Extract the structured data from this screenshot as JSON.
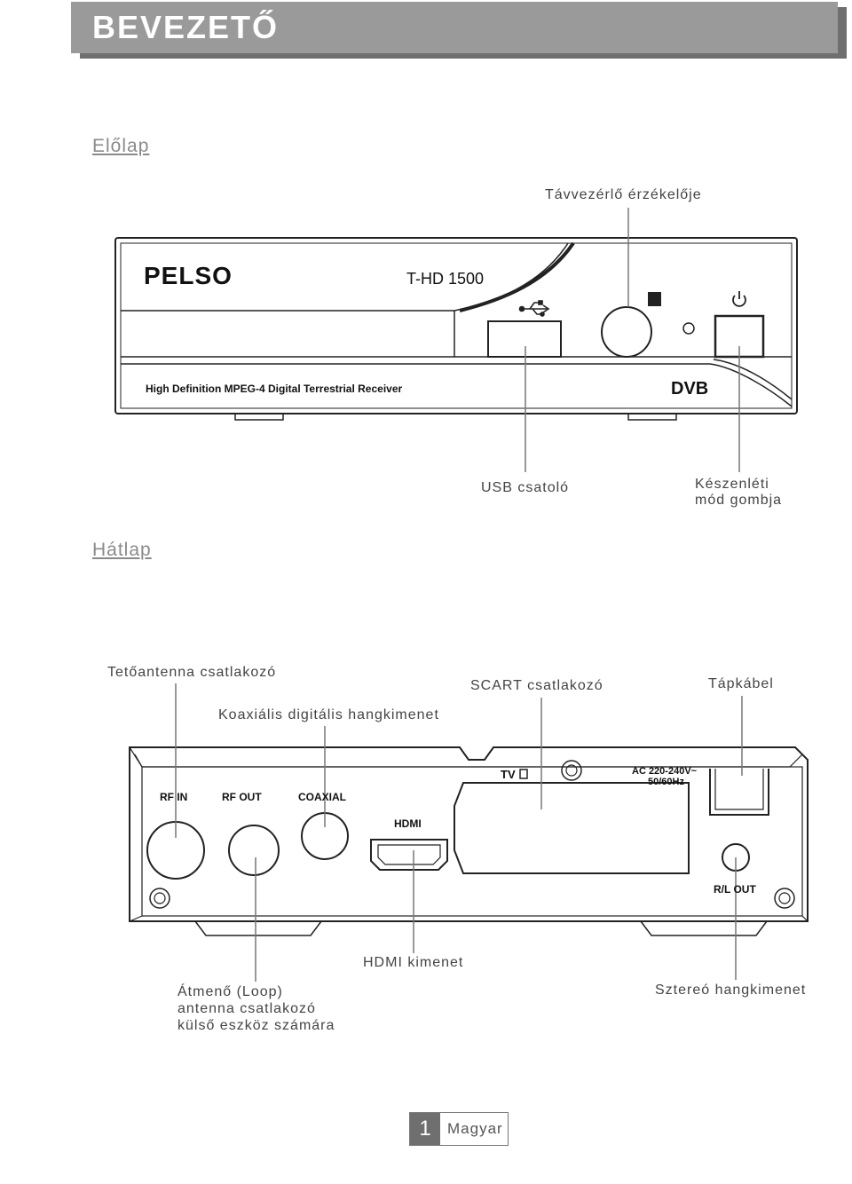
{
  "header": {
    "title": "BEVEZETŐ"
  },
  "front": {
    "heading": "Előlap",
    "brand": "PELSO",
    "model": "T-HD 1500",
    "subtitle": "High Definition MPEG-4 Digital Terrestrial Receiver",
    "dvb_logo": "DVB",
    "labels": {
      "remote_sensor": "Távvezérlő érzékelője",
      "usb": "USB csatoló",
      "standby_line1": "Készenléti",
      "standby_line2": "mód gombja"
    }
  },
  "back": {
    "heading": "Hátlap",
    "panel": {
      "rf_in": "RF IN",
      "rf_out": "RF OUT",
      "coaxial": "COAXIAL",
      "hdmi": "HDMI",
      "tv": "TV",
      "ac_line1": "AC 220-240V~",
      "ac_line2": "50/60Hz",
      "rl_out": "R/L OUT"
    },
    "labels": {
      "antenna_in": "Tetőantenna csatlakozó",
      "coaxial_out": "Koaxiális digitális hangkimenet",
      "scart": "SCART csatlakozó",
      "power_cable": "Tápkábel",
      "hdmi_out": "HDMI kimenet",
      "loop_line1": "Átmenő (Loop)",
      "loop_line2": "antenna csatlakozó",
      "loop_line3": "külső eszköz számára",
      "stereo_out": "Sztereó hangkimenet"
    }
  },
  "footer": {
    "page_number": "1",
    "language": "Magyar"
  }
}
